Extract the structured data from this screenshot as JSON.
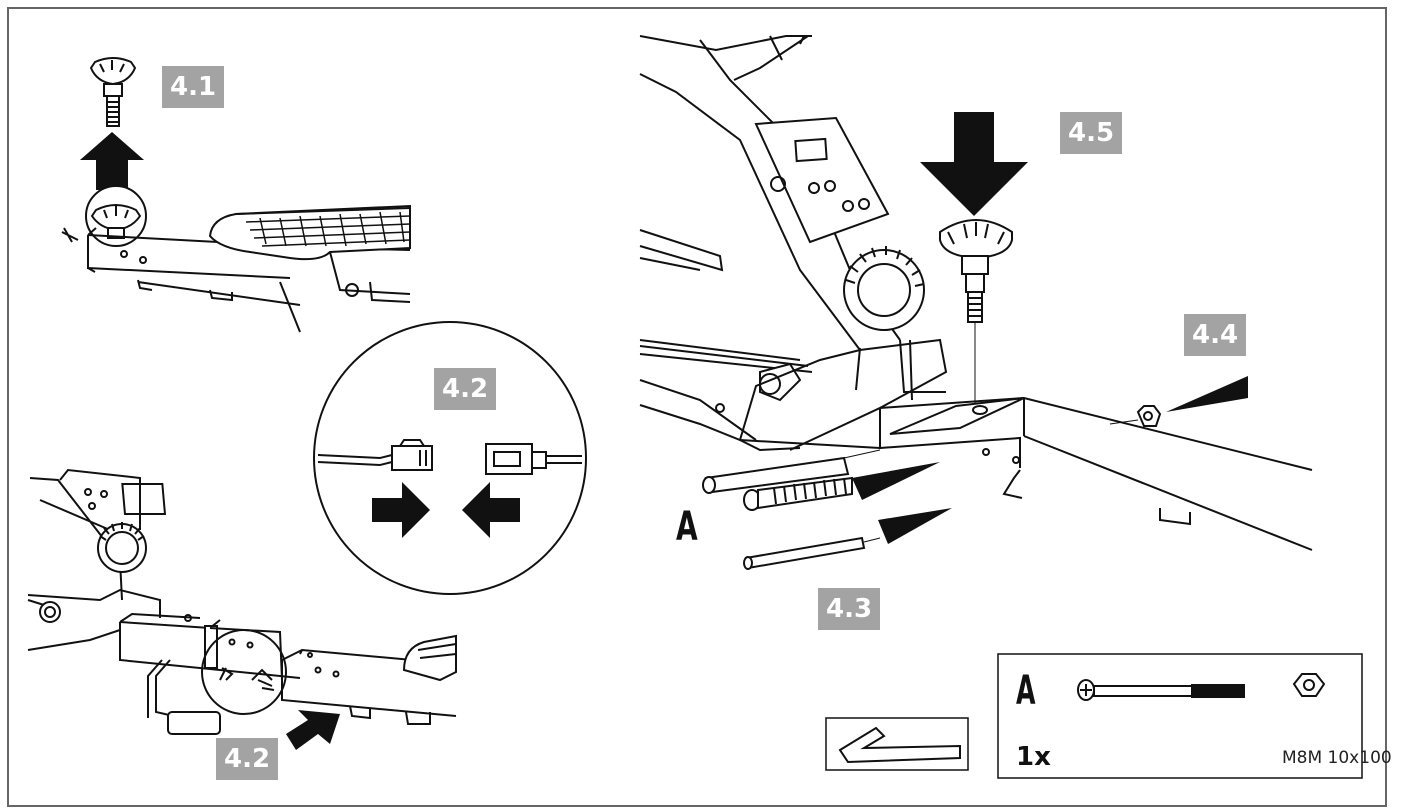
{
  "steps": {
    "s41": "4.1",
    "s42_inset": "4.2",
    "s42_bottom": "4.2",
    "s43": "4.3",
    "s44": "4.4",
    "s45": "4.5"
  },
  "main_callout": "A",
  "parts_box": {
    "letter": "A",
    "quantity": "1x",
    "spec": "M8M 10x100"
  },
  "colors": {
    "badge": "#a3a3a3",
    "line": "#111111"
  }
}
